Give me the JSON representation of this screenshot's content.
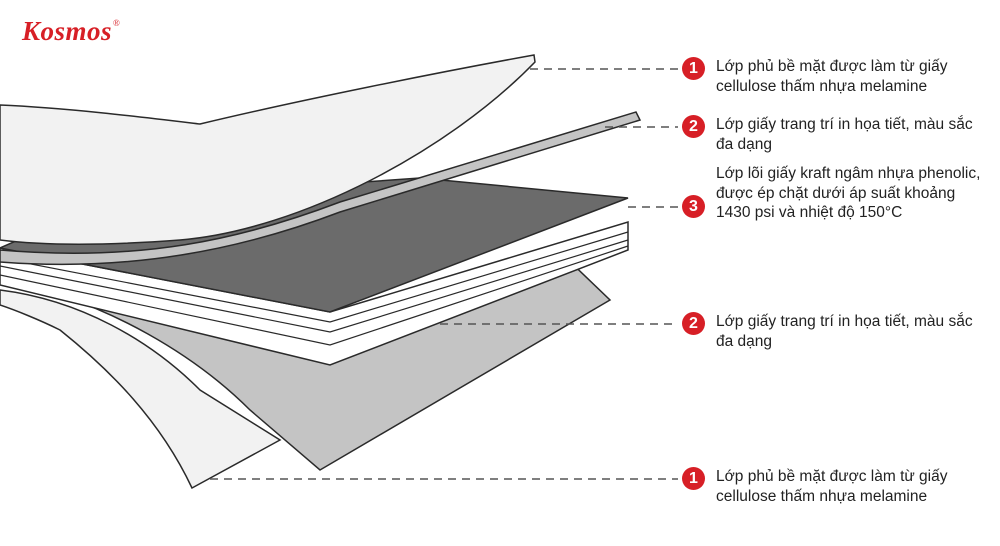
{
  "brand": {
    "name": "Kosmos",
    "mark": "®"
  },
  "colors": {
    "accent": "#d71f26",
    "core": "#6b6b6b",
    "decor": "#c4c4c4",
    "overlay": "#f2f2f2",
    "outline": "#2a2a2a"
  },
  "callouts": [
    {
      "number": "1",
      "text": "Lớp phủ bề mặt được làm từ giấy cellulose thấm nhựa melamine"
    },
    {
      "number": "2",
      "text": "Lớp giấy trang trí in họa tiết, màu sắc đa dạng"
    },
    {
      "number": "3",
      "text": "Lớp lõi giấy kraft ngâm nhựa phenolic, được ép chặt dưới áp suất khoảng 1430 psi và nhiệt độ 150°C"
    },
    {
      "number": "2",
      "text": "Lớp giấy trang trí in họa tiết, màu sắc đa dạng"
    },
    {
      "number": "1",
      "text": "Lớp phủ bề mặt được làm từ giấy cellulose thấm nhựa melamine"
    }
  ]
}
